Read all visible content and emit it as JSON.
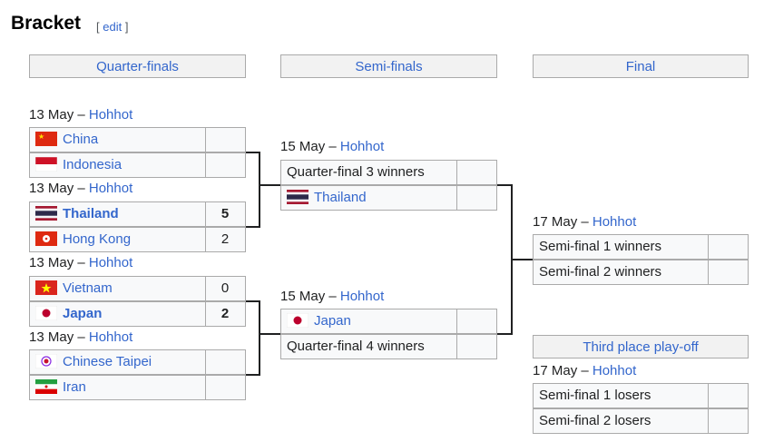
{
  "heading": "Bracket",
  "edit_label": "edit",
  "rounds": {
    "qf": "Quarter-finals",
    "sf": "Semi-finals",
    "final": "Final",
    "third": "Third place play-off"
  },
  "dates": {
    "qf1": {
      "date": "13 May – ",
      "venue": "Hohhot"
    },
    "qf2": {
      "date": "13 May – ",
      "venue": "Hohhot"
    },
    "qf3": {
      "date": "13 May – ",
      "venue": "Hohhot"
    },
    "qf4": {
      "date": "13 May – ",
      "venue": "Hohhot"
    },
    "sf1": {
      "date": "15 May – ",
      "venue": "Hohhot"
    },
    "sf2": {
      "date": "15 May – ",
      "venue": "Hohhot"
    },
    "final": {
      "date": "17 May – ",
      "venue": "Hohhot"
    },
    "third": {
      "date": "17 May – ",
      "venue": "Hohhot"
    }
  },
  "matches": {
    "qf1": [
      {
        "team": "China",
        "score": "",
        "flag": "china-flag"
      },
      {
        "team": "Indonesia",
        "score": "",
        "flag": "indonesia-flag"
      }
    ],
    "qf2": [
      {
        "team": "Thailand",
        "score": "5",
        "flag": "thailand-flag"
      },
      {
        "team": "Hong Kong",
        "score": "2",
        "flag": "hong-kong-flag"
      }
    ],
    "qf3": [
      {
        "team": "Vietnam",
        "score": "0",
        "flag": "vietnam-flag"
      },
      {
        "team": "Japan",
        "score": "2",
        "flag": "japan-flag"
      }
    ],
    "qf4": [
      {
        "team": "Chinese Taipei",
        "score": "",
        "flag": "chinese-taipei-flag"
      },
      {
        "team": "Iran",
        "score": "",
        "flag": "iran-flag"
      }
    ],
    "sf1": [
      {
        "team": "Quarter-final 3 winners",
        "score": ""
      },
      {
        "team": "Thailand",
        "score": "",
        "flag": "thailand-flag"
      }
    ],
    "sf2": [
      {
        "team": "Japan",
        "score": "",
        "flag": "japan-flag"
      },
      {
        "team": "Quarter-final 4 winners",
        "score": ""
      }
    ],
    "final": [
      {
        "team": "Semi-final 1 winners",
        "score": ""
      },
      {
        "team": "Semi-final 2 winners",
        "score": ""
      }
    ],
    "third": [
      {
        "team": "Semi-final 1 losers",
        "score": ""
      },
      {
        "team": "Semi-final 2 losers",
        "score": ""
      }
    ]
  },
  "colors": {
    "link": "#3366cc",
    "cell_bg": "#f8f9fa",
    "header_bg": "#f2f2f2",
    "border": "#aaaaaa"
  }
}
